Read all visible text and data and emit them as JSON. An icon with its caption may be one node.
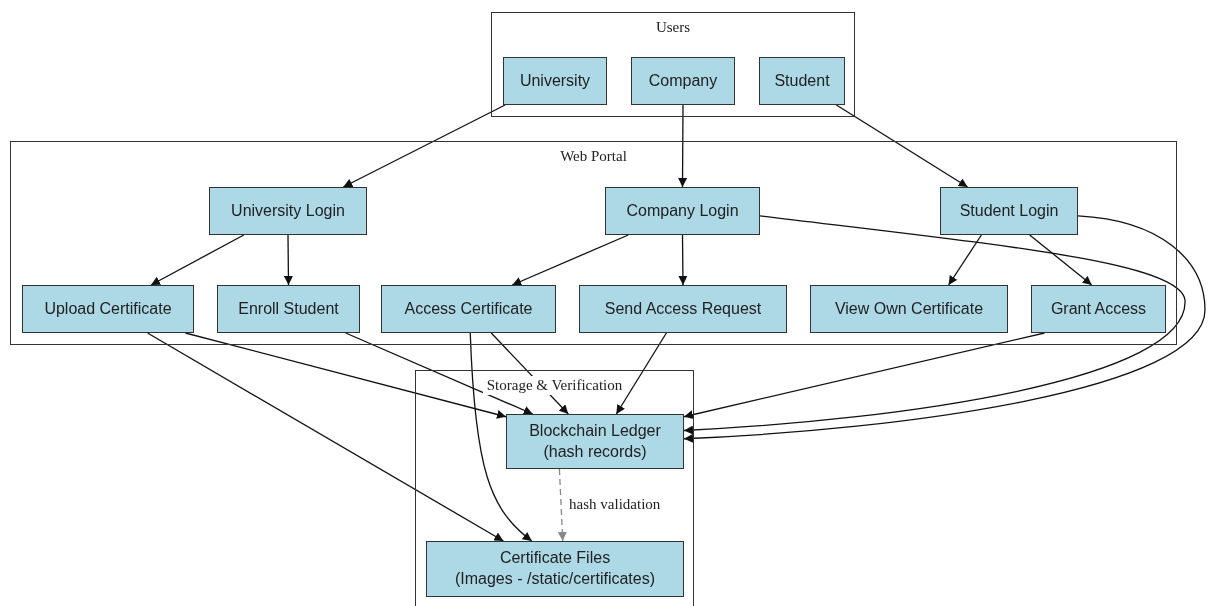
{
  "diagram": {
    "nodes": [
      {
        "text": [
          "Users"
        ]
      },
      {
        "text": [
          "University"
        ],
        "in": 0
      },
      {
        "text": [
          "Company"
        ],
        "in": 0
      },
      {
        "text": [
          "Student"
        ],
        "in": 0
      },
      {
        "text": [
          "Web Portal"
        ]
      },
      {
        "text": [
          "University Login"
        ],
        "in": 4
      },
      {
        "text": [
          "Company Login"
        ],
        "in": 4
      },
      {
        "text": [
          "Student Login"
        ],
        "in": 4
      },
      {
        "text": [
          "Upload Certificate"
        ],
        "in": 4
      },
      {
        "text": [
          "Enroll Student"
        ],
        "in": 4
      },
      {
        "text": [
          "Access Certificate"
        ],
        "in": 4
      },
      {
        "text": [
          "Send Access Request"
        ],
        "in": 4
      },
      {
        "text": [
          "View Own Certificate"
        ],
        "in": 4
      },
      {
        "text": [
          "Grant Access"
        ],
        "in": 4
      },
      {
        "text": [
          "Storage & Verification"
        ]
      },
      {
        "text": [
          "Blockchain Ledger",
          "(hash records)"
        ],
        "in": 14
      },
      {
        "text": [
          "Certificate Files",
          "(Images - /static/certificates)"
        ],
        "in": 14
      }
    ],
    "edges": [
      {
        "from": 1,
        "to": 5,
        "arrow": "to"
      },
      {
        "from": 2,
        "to": 6,
        "arrow": "to"
      },
      {
        "from": 3,
        "to": 7,
        "arrow": "to"
      },
      {
        "from": 5,
        "to": 8,
        "arrow": "to"
      },
      {
        "from": 5,
        "to": 9,
        "arrow": "to"
      },
      {
        "from": 6,
        "to": 10,
        "arrow": "to"
      },
      {
        "from": 6,
        "to": 11,
        "arrow": "to"
      },
      {
        "from": 7,
        "to": 12,
        "arrow": "to"
      },
      {
        "from": 7,
        "to": 13,
        "arrow": "to"
      },
      {
        "from": 8,
        "to": 15,
        "arrow": "to"
      },
      {
        "from": 8,
        "to": 16,
        "arrow": "to"
      },
      {
        "from": 9,
        "to": 15,
        "arrow": "to"
      },
      {
        "from": 10,
        "to": 15,
        "arrow": "to"
      },
      {
        "from": 10,
        "to": 16,
        "arrow": "to"
      },
      {
        "from": 11,
        "to": 15,
        "arrow": "to"
      },
      {
        "from": 13,
        "to": 15,
        "arrow": "to"
      },
      {
        "from": 6,
        "to": 15,
        "arrow": "to"
      },
      {
        "from": 7,
        "to": 15,
        "arrow": "to"
      },
      {
        "from": 15,
        "to": 16,
        "arrow": "to",
        "label": "hash validation",
        "style": "dashed",
        "color": "#888888"
      }
    ]
  }
}
